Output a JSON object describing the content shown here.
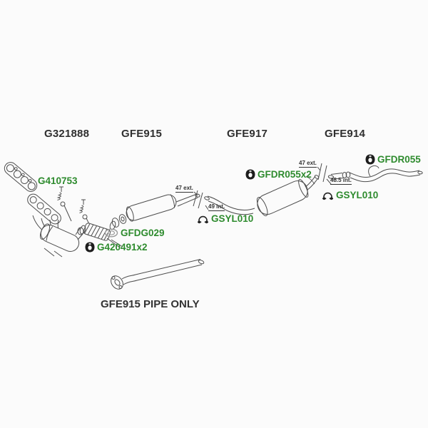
{
  "colors": {
    "background": "#fbfbfb",
    "part_link_green": "#2e8b2e",
    "heading_dark": "#2f2f2f",
    "line_art": "#4d4d4d"
  },
  "sections": [
    {
      "label": "G321888"
    },
    {
      "label": "GFE915"
    },
    {
      "label": "GFE917"
    },
    {
      "label": "GFE914"
    }
  ],
  "parts": {
    "manifold_gasket": {
      "label": "G410753"
    },
    "flange_gasket": {
      "label": "GFDG029",
      "icon": "gasket-icon"
    },
    "front_hanger": {
      "label": "G420491x2",
      "icon": "hanger-icon"
    },
    "mid_clamp": {
      "label": "GSYL010",
      "icon": "clamp-icon"
    },
    "mid_hanger": {
      "label": "GFDR055x2",
      "icon": "hanger-icon"
    },
    "rear_hanger": {
      "label": "GFDR055",
      "icon": "hanger-icon"
    },
    "rear_clamp": {
      "label": "GSYL010",
      "icon": "clamp-icon"
    }
  },
  "measurements": {
    "mid_ext": "47 ext.",
    "mid_int": "49 int.",
    "rear_ext": "47 ext.",
    "rear_int": "48.5 int."
  },
  "footer": {
    "pipe_only_label": "GFE915 PIPE ONLY"
  }
}
